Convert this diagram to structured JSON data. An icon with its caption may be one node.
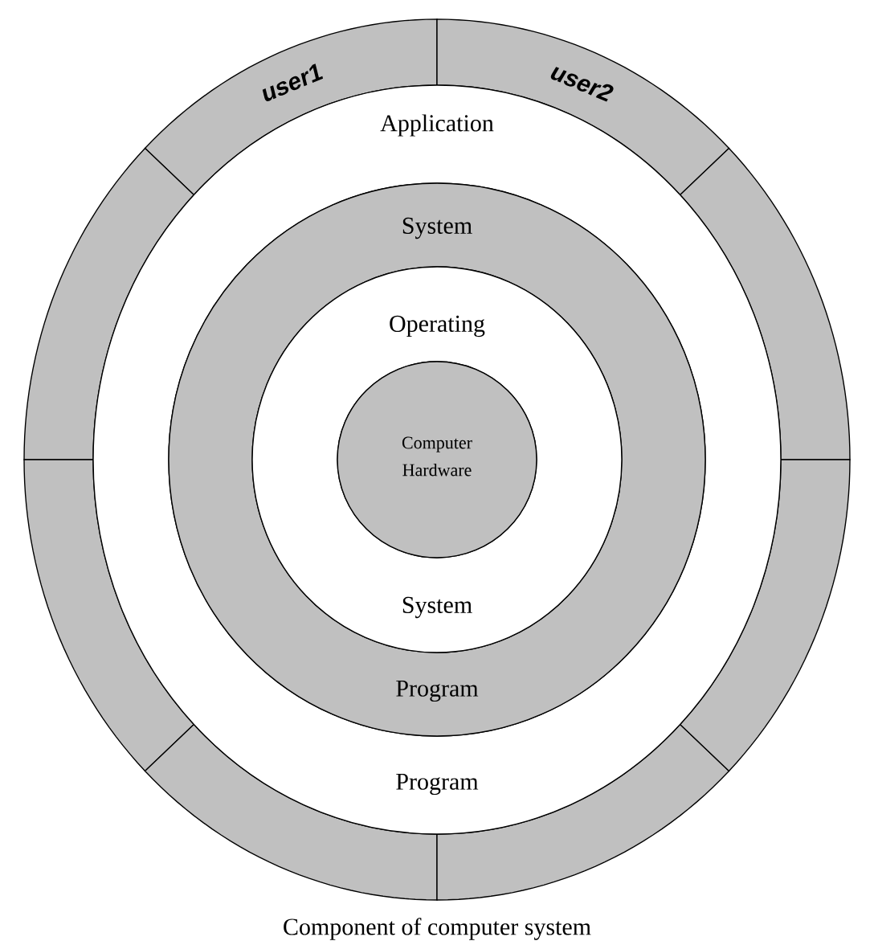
{
  "diagram": {
    "caption": "Component of computer system",
    "nodes": [
      {
        "text": [
          "user1"
        ]
      },
      {
        "text": [
          "user2"
        ]
      },
      {
        "text": [],
        "shape": "band"
      },
      {
        "text": [],
        "shape": "band"
      },
      {
        "text": [],
        "shape": "band"
      },
      {
        "text": [],
        "shape": "band"
      },
      {
        "text": [],
        "shape": "band"
      },
      {
        "text": [],
        "shape": "band"
      },
      {
        "text": [
          "Application",
          "Program"
        ]
      },
      {
        "text": [
          "System",
          "Program"
        ],
        "in": 8
      },
      {
        "text": [
          "Operating",
          "System"
        ],
        "in": 9
      },
      {
        "text": [
          "Computer Hardware"
        ],
        "in": 10
      }
    ]
  }
}
